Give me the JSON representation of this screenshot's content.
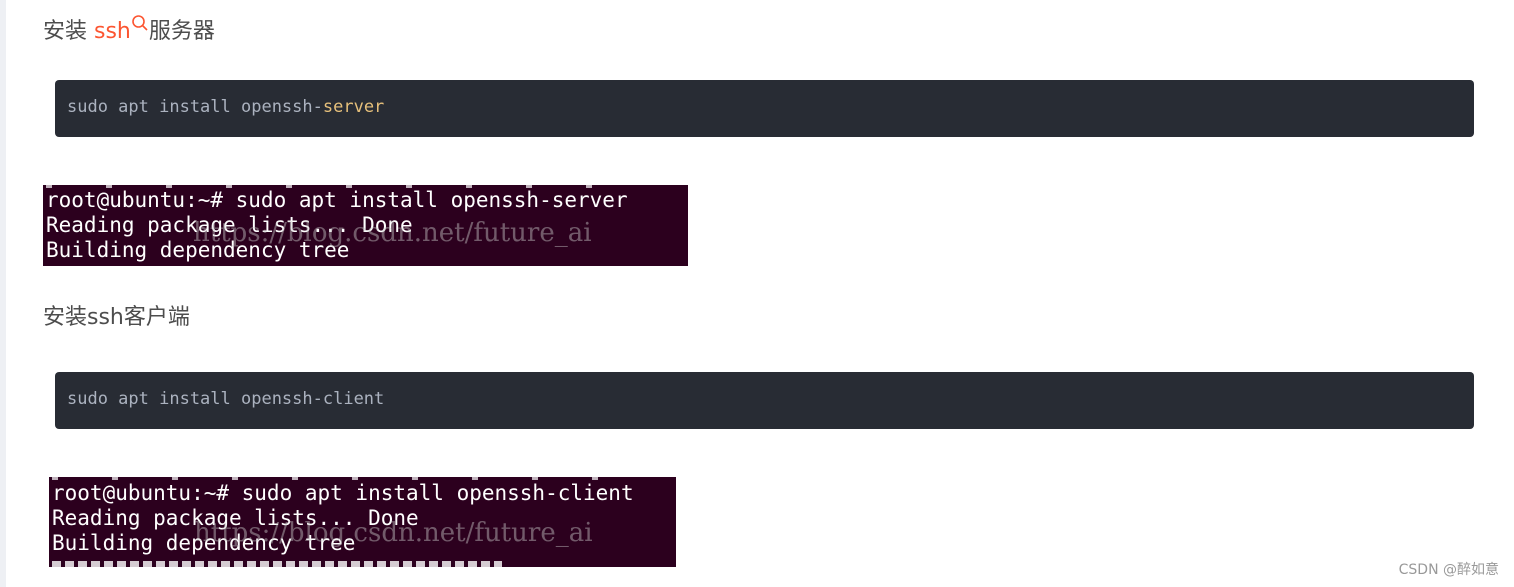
{
  "section1": {
    "heading_prefix": "安装 ",
    "heading_keyword": "ssh",
    "heading_suffix": "服务器",
    "code_plain": "sudo apt install openssh-",
    "code_highlight": "server",
    "terminal_lines": [
      "root@ubuntu:~# sudo apt install openssh-server",
      "Reading package lists... Done",
      "Building dependency tree"
    ],
    "watermark": "https://blog.csdn.net/future_ai"
  },
  "section2": {
    "heading": "安装ssh客户端",
    "code": "sudo apt install openssh-client",
    "terminal_lines": [
      "root@ubuntu:~# sudo apt install openssh-client",
      "Reading package lists... Done",
      "Building dependency tree"
    ],
    "watermark": "https://blog.csdn.net/future_ai"
  },
  "footer": {
    "credit": "CSDN @醉如意"
  },
  "colors": {
    "keyword": "#fc5531",
    "code_bg": "#282c34",
    "terminal_bg": "#2c001e",
    "code_highlight": "#e6c07b"
  }
}
